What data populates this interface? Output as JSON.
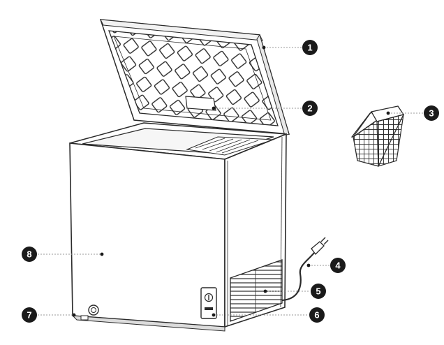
{
  "colors": {
    "outline": "#2a2a2a",
    "callout_fill": "#1a1a1a",
    "callout_text": "#ffffff",
    "leader": "#9a9a9a",
    "body_fill": "#ffffff"
  },
  "callouts": [
    {
      "number": "1",
      "part": "lid"
    },
    {
      "number": "2",
      "part": "lid-panel"
    },
    {
      "number": "3",
      "part": "basket"
    },
    {
      "number": "4",
      "part": "power-cord"
    },
    {
      "number": "5",
      "part": "rear-vent-grille"
    },
    {
      "number": "6",
      "part": "thermostat-control"
    },
    {
      "number": "7",
      "part": "drain-plug"
    },
    {
      "number": "8",
      "part": "cabinet"
    }
  ]
}
